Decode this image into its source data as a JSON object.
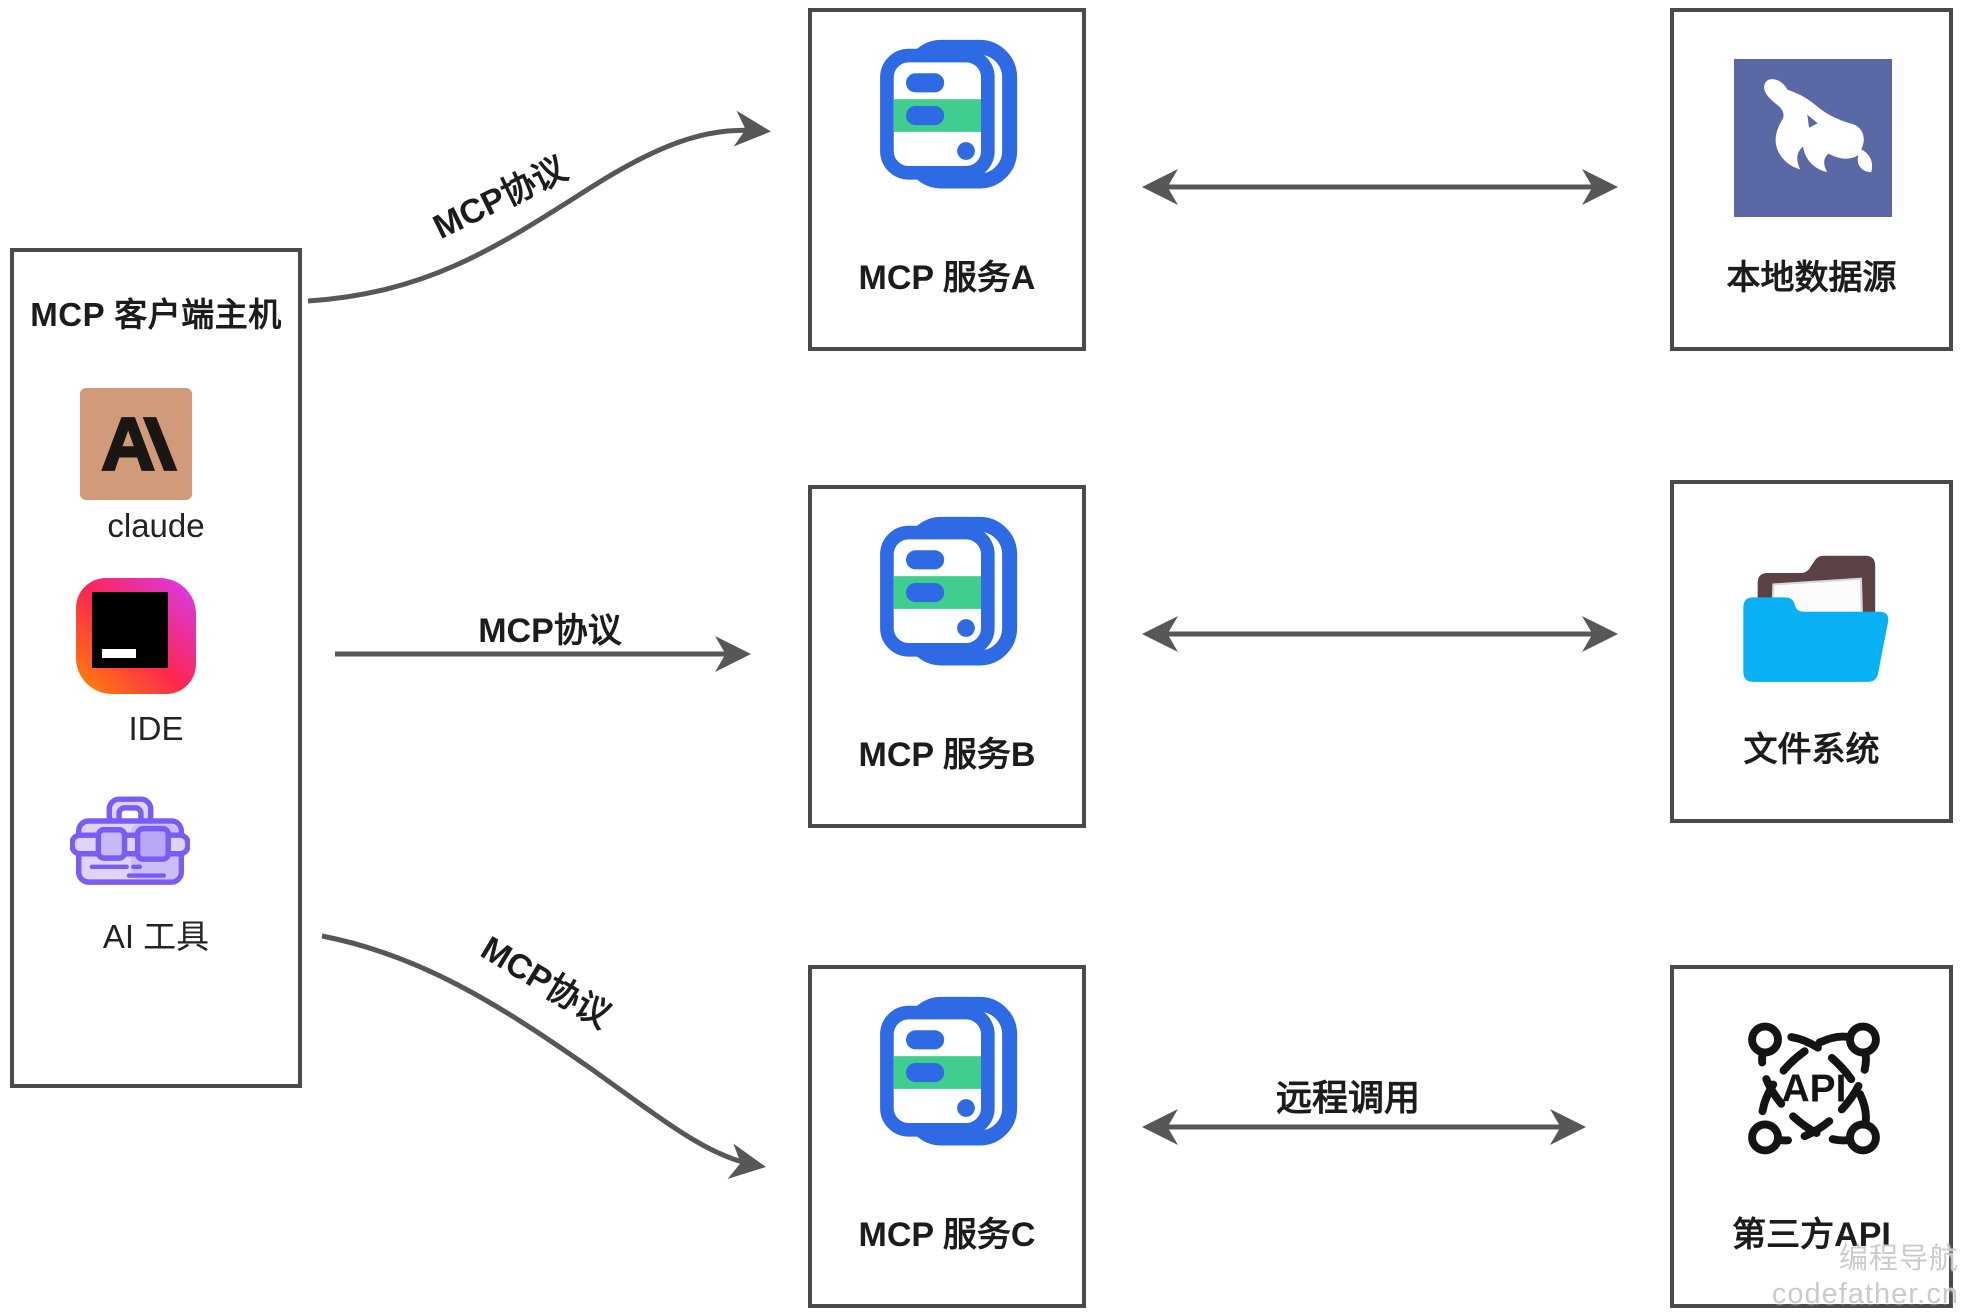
{
  "client_host": {
    "title": "MCP 客户端主机",
    "items": [
      {
        "icon": "claude-logo",
        "label": "claude"
      },
      {
        "icon": "jetbrains-ide-logo",
        "label": "IDE"
      },
      {
        "icon": "ai-toolbox",
        "label": "AI 工具"
      }
    ]
  },
  "servers": [
    {
      "label": "MCP 服务A"
    },
    {
      "label": "MCP 服务B"
    },
    {
      "label": "MCP 服务C"
    }
  ],
  "resources": [
    {
      "icon": "mysql-dolphin",
      "label": "本地数据源"
    },
    {
      "icon": "open-folder",
      "label": "文件系统"
    },
    {
      "icon": "api-network",
      "label": "第三方API"
    }
  ],
  "edges": {
    "top_label": "MCP协议",
    "mid_label": "MCP协议",
    "bottom_label": "MCP协议",
    "remote_label": "远程调用"
  },
  "icons": {
    "api_text": "API"
  },
  "watermark": {
    "line1": "编程导航",
    "line2": "codefather.cn"
  },
  "colors": {
    "box_border": "#4a4a4a",
    "arrow": "#575757",
    "server_blue": "#2e6ae3",
    "server_green": "#40cd8d",
    "claude_tan": "#d19b7b",
    "mysql_blue": "#5b68a6",
    "folder_cyan": "#07b1f3",
    "folder_brown": "#5c4145",
    "toolbox_purple": "#7a5cf5"
  }
}
